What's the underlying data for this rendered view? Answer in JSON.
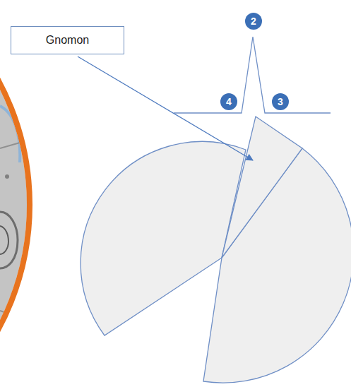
{
  "diagram": {
    "nodes": [
      {
        "text": [
          "Gnomon"
        ]
      },
      {
        "text": [
          "2"
        ]
      },
      {
        "text": [
          "4"
        ]
      },
      {
        "text": [
          "3"
        ]
      }
    ]
  }
}
